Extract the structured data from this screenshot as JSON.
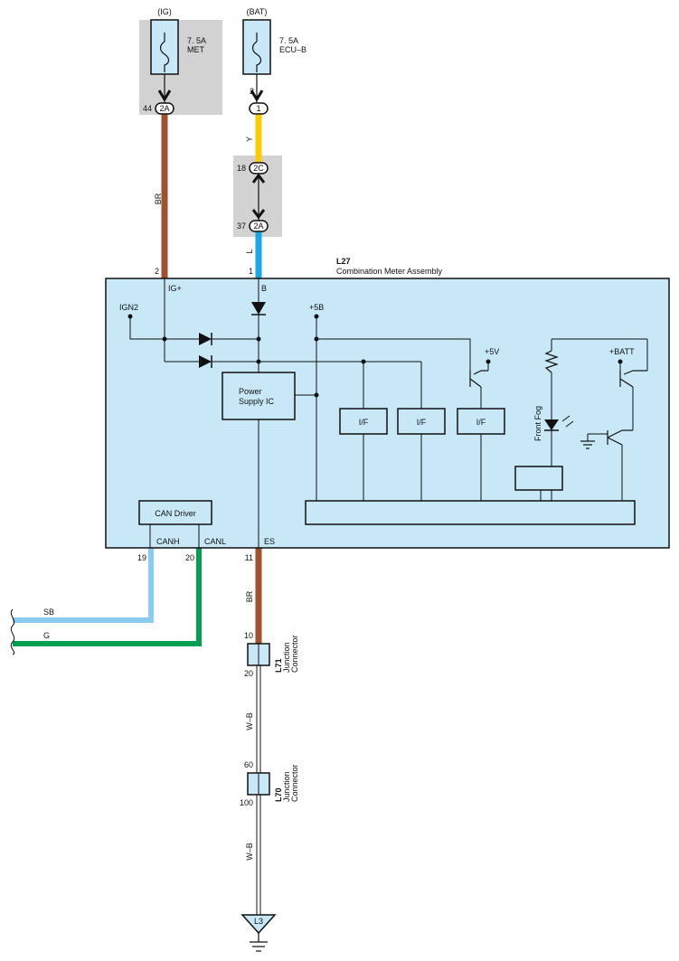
{
  "fuses": {
    "ig": {
      "source": "(IG)",
      "rating": "7. 5A",
      "name": "MET"
    },
    "bat": {
      "source": "(BAT)",
      "rating": "7. 5A",
      "name": "ECU–B"
    }
  },
  "connectors": {
    "ig_out": {
      "pin": "44",
      "id": "2A"
    },
    "bat_out": {
      "pin": "2",
      "id": "1"
    },
    "jb_top": {
      "pin": "18",
      "id": "2C"
    },
    "jb_bottom": {
      "pin": "37",
      "id": "2A"
    }
  },
  "wires": {
    "br_top": "BR",
    "y": "Y",
    "l": "L",
    "br_bottom": "BR",
    "sb": "SB",
    "g": "G",
    "wb1": "W–B",
    "wb2": "W–B"
  },
  "meter": {
    "code": "L27",
    "name": "Combination Meter Assembly",
    "pins": {
      "ig": "2",
      "b": "1",
      "canh": "19",
      "canl": "20",
      "es": "11"
    },
    "terminals": {
      "ig": "IG+",
      "b": "B",
      "canh": "CANH",
      "canl": "CANL",
      "es": "ES"
    },
    "ign2": "IGN2",
    "plus5b": "+5B",
    "plus5v": "+5V",
    "plusbatt": "+BATT",
    "power_ic_line1": "Power",
    "power_ic_line2": "Supply IC",
    "if1": "I/F",
    "if2": "I/F",
    "if3": "I/F",
    "front_fog": "Front Fog",
    "can_driver": "CAN Driver"
  },
  "junction_l71": {
    "code": "L71",
    "line1": "Junction",
    "line2": "Connector",
    "pin_top": "10",
    "pin_bottom": "20"
  },
  "junction_l70": {
    "code": "L70",
    "line1": "Junction",
    "line2": "Connector",
    "pin_top": "60",
    "pin_bottom": "100"
  },
  "ground": {
    "code": "L3"
  },
  "colors": {
    "br": "#a0522d",
    "y": "#ffcc00",
    "l": "#1aa7e8",
    "sb": "#88ccf2",
    "g": "#00a050",
    "panel": "#c8e8f8",
    "gray": "#d2d2d2"
  }
}
